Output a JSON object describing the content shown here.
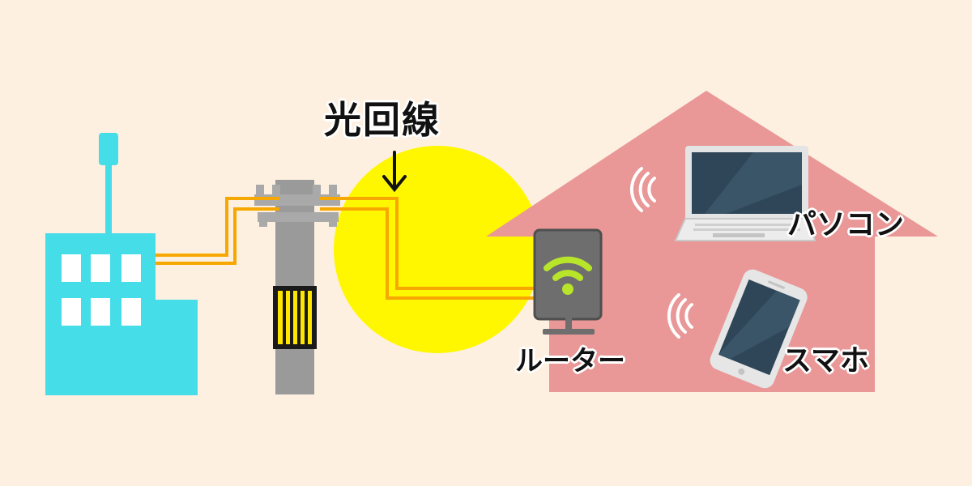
{
  "title": "光回線",
  "labels": {
    "router": "ルーター",
    "pc": "パソコン",
    "phone": "スマホ"
  },
  "colors": {
    "background": "#fdf0e0",
    "building": "#45dde8",
    "pole": "#9a9a9a",
    "fiber": "#f7a800",
    "highlight": "#fff700",
    "house": "#e99797",
    "router_signal": "#b8e52a",
    "device_screen": "#2f4658"
  },
  "icons": {
    "arrow": "down-arrow-icon",
    "router_wifi": "wifi-icon",
    "signal": "wireless-signal-icon"
  }
}
